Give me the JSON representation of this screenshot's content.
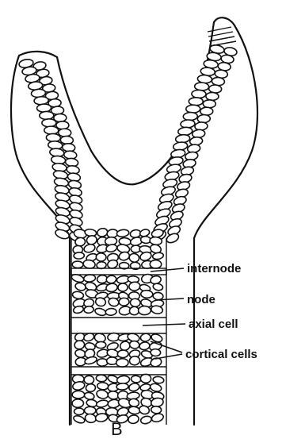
{
  "labels": {
    "internode": "internode",
    "node": "node",
    "axial_cell": "axial cell",
    "cortical_cells": "cortical cells"
  },
  "panel_letter": "B"
}
